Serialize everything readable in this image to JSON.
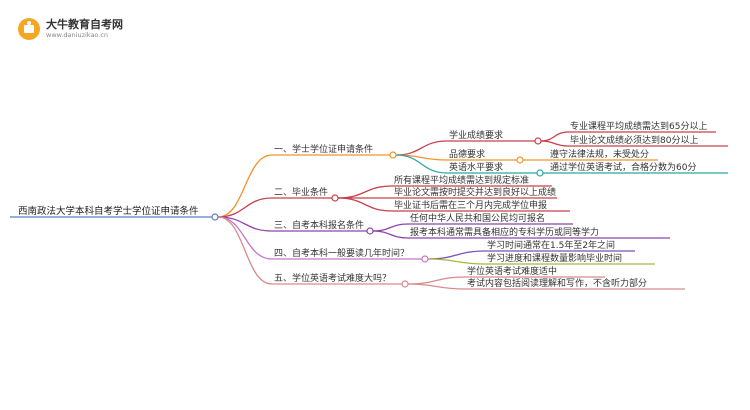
{
  "header": {
    "logo_icon": "graduation-book-icon",
    "brand_name": "大牛教育自考网",
    "brand_url": "www.daniuzikao.cn",
    "brand_color": "#f5a623"
  },
  "mindmap": {
    "root": {
      "label": "西南政法大学本科自考学士学位证申请条件",
      "color": "#5b7fc4"
    },
    "branches": [
      {
        "label": "一、学士学位证申请条件",
        "color": "#f0932b",
        "children": [
          {
            "label": "学业成绩要求",
            "color": "#c8404a",
            "children": [
              {
                "label": "专业课程平均成绩需达到65分以上"
              },
              {
                "label": "毕业论文成绩必须达到80分以上"
              }
            ]
          },
          {
            "label": "品德要求",
            "color": "#f0932b",
            "children": [
              {
                "label": "遵守法律法规，未受处分"
              }
            ]
          },
          {
            "label": "英语水平要求",
            "color": "#2aa7a0",
            "children": [
              {
                "label": "通过学位英语考试，合格分数为60分"
              }
            ]
          }
        ]
      },
      {
        "label": "二、毕业条件",
        "color": "#c8404a",
        "children": [
          {
            "label": "所有课程平均成绩需达到规定标准"
          },
          {
            "label": "毕业论文需按时提交并达到良好以上成绩"
          },
          {
            "label": "毕业证书后需在三个月内完成学位申报"
          }
        ]
      },
      {
        "label": "三、自考本科报名条件",
        "color": "#8e44ad",
        "children": [
          {
            "label": "任何中华人民共和国公民均可报名"
          },
          {
            "label": "报考本科通常需具备相应的专科学历或同等学力"
          }
        ]
      },
      {
        "label": "四、自考本科一般要读几年时间？",
        "color": "#c774c9",
        "children": [
          {
            "label": "学习时间通常在1.5年至2年之间",
            "color": "#7b4fb5"
          },
          {
            "label": "学习进度和课程数量影响毕业时间",
            "color": "#a9b83a"
          }
        ]
      },
      {
        "label": "五、学位英语考试难度大吗？",
        "color": "#d98a8a",
        "children": [
          {
            "label": "学位英语考试难度适中"
          },
          {
            "label": "考试内容包括阅读理解和写作，不含听力部分"
          }
        ]
      }
    ]
  }
}
